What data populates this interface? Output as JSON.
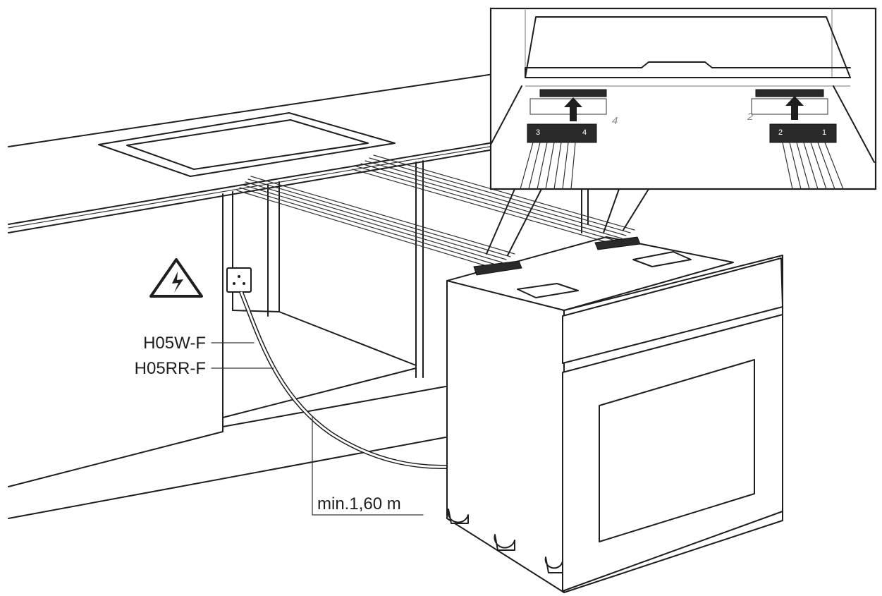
{
  "labels": {
    "cable_type_1": "H05W-F",
    "cable_type_2": "H05RR-F",
    "min_length": "min.1,60 m"
  },
  "inset": {
    "left_number": "4",
    "right_number": "2",
    "left_plug_pins": [
      "3",
      "4"
    ],
    "right_plug_pins": [
      "2",
      "1"
    ]
  },
  "icons": {
    "warning": "electric-hazard-warning-triangle-icon",
    "arrow": "arrow-up-icon"
  }
}
